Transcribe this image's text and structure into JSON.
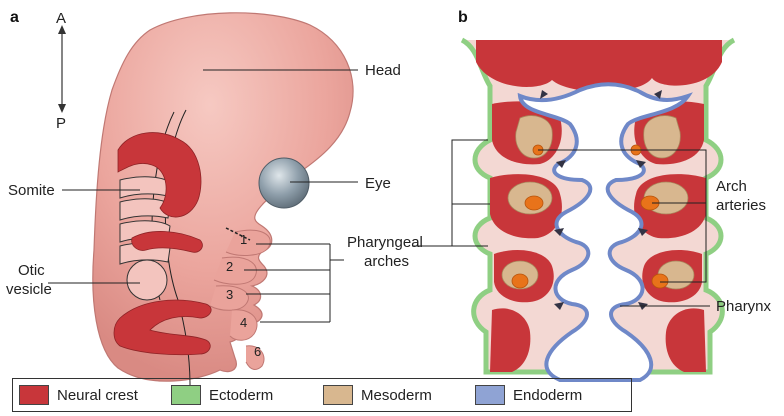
{
  "panels": {
    "a": "a",
    "b": "b"
  },
  "axis": {
    "anterior": "A",
    "posterior": "P"
  },
  "labels": {
    "head": "Head",
    "eye": "Eye",
    "somite": "Somite",
    "otic_line1": "Otic",
    "otic_line2": "vesicle",
    "pharyngeal_line1": "Pharyngeal",
    "pharyngeal_line2": "arches",
    "arch_line1": "Arch",
    "arch_line2": "arteries",
    "pharynx": "Pharynx"
  },
  "arch_numbers": [
    "1",
    "2",
    "3",
    "4",
    "6"
  ],
  "legend": [
    {
      "label": "Neural crest",
      "color": "#c8363a"
    },
    {
      "label": "Ectoderm",
      "color": "#8fcf83"
    },
    {
      "label": "Mesoderm",
      "color": "#d8b78f"
    },
    {
      "label": "Endoderm",
      "color": "#8fa3d4"
    }
  ],
  "colors": {
    "embryo_skin": "#e8a19a",
    "neural_crest": "#c8363a",
    "ectoderm": "#8fcf83",
    "mesoderm": "#d8b78f",
    "endoderm": "#8fa3d4",
    "artery": "#e8731a",
    "eye": "#8a9aa6"
  }
}
